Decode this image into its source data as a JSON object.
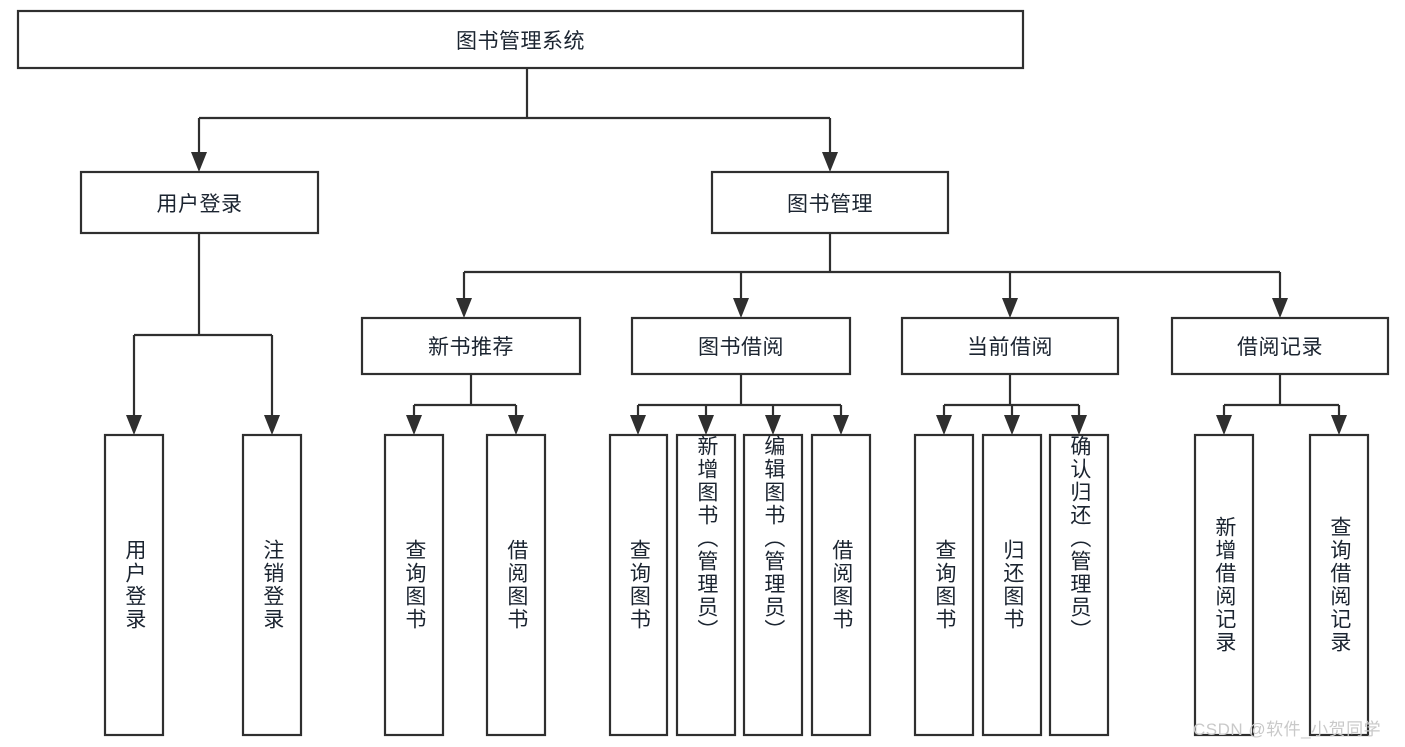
{
  "diagram": {
    "type": "tree-hierarchy",
    "title": "图书管理系统",
    "watermark": "CSDN @软件_小贺同学",
    "colors": {
      "stroke": "#2f2f2f",
      "fill": "#ffffff",
      "text": "#1b2430",
      "watermark": "#c9c9c9"
    },
    "nodes": {
      "root": {
        "label": "图书管理系统"
      },
      "level2": [
        {
          "label": "用户登录"
        },
        {
          "label": "图书管理"
        }
      ],
      "level3": [
        {
          "label": "新书推荐"
        },
        {
          "label": "图书借阅"
        },
        {
          "label": "当前借阅"
        },
        {
          "label": "借阅记录"
        }
      ],
      "leaves_user_login": [
        {
          "label": "用户登录"
        },
        {
          "label": "注销登录"
        }
      ],
      "leaves_new_book": [
        {
          "label": "查询图书"
        },
        {
          "label": "借阅图书"
        }
      ],
      "leaves_borrow": [
        {
          "label": "查询图书"
        },
        {
          "label": "新增图书（管理员）"
        },
        {
          "label": "编辑图书（管理员）"
        },
        {
          "label": "借阅图书"
        }
      ],
      "leaves_current": [
        {
          "label": "查询图书"
        },
        {
          "label": "归还图书"
        },
        {
          "label": "确认归还（管理员）"
        }
      ],
      "leaves_record": [
        {
          "label": "新增借阅记录"
        },
        {
          "label": "查询借阅记录"
        }
      ]
    }
  }
}
